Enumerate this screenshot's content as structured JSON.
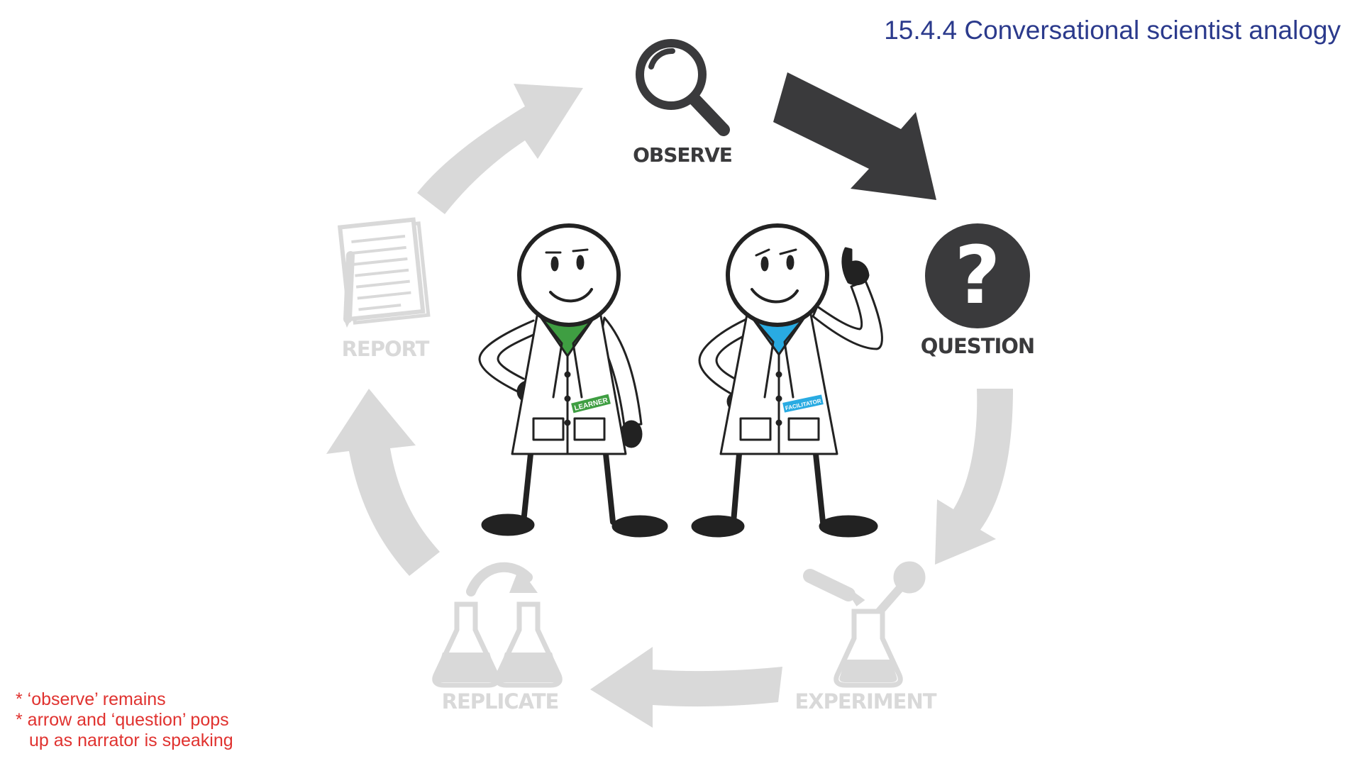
{
  "title": "15.4.4 Conversational scientist analogy",
  "steps": {
    "observe": "OBSERVE",
    "question": "QUESTION",
    "question_glyph": "?",
    "experiment": "EXPERIMENT",
    "replicate": "REPLICATE",
    "report": "REPORT"
  },
  "characters": {
    "learner_badge": "LEARNER",
    "facilitator_badge": "FACILITATOR"
  },
  "notes": [
    "* ‘observe’ remains",
    "* arrow and ‘question’ pops",
    "up as narrator is speaking"
  ],
  "colors": {
    "title": "#2b3a8c",
    "active": "#3a3a3c",
    "inactive": "#d9d9d9",
    "learner_accent": "#3f9e42",
    "facilitator_accent": "#29abe2",
    "notes": "#e0322f"
  }
}
